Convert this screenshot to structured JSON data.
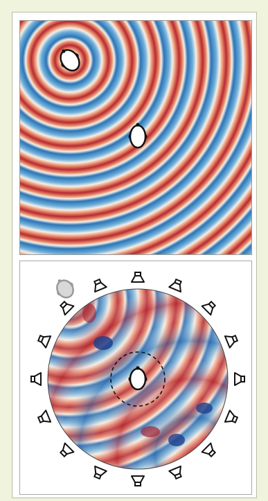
{
  "figure": {
    "top_panel": {
      "description_name": "two-source-wave-interference",
      "wave_colors": {
        "positive": "#b2182b",
        "neutral": "#f7f1e8",
        "negative": "#2166ac"
      },
      "sources": [
        {
          "name": "source-head-top-left"
        },
        {
          "name": "source-head-center"
        }
      ]
    },
    "bottom_panel": {
      "description_name": "loudspeaker-array-sound-field",
      "speaker_count": 16,
      "listener": {
        "name": "listener-head-center"
      },
      "virtual_source": {
        "name": "virtual-source-ghost-head"
      },
      "wave_colors": {
        "positive": "#b2182b",
        "neutral": "#f7efe6",
        "negative": "#2166ac"
      }
    }
  }
}
